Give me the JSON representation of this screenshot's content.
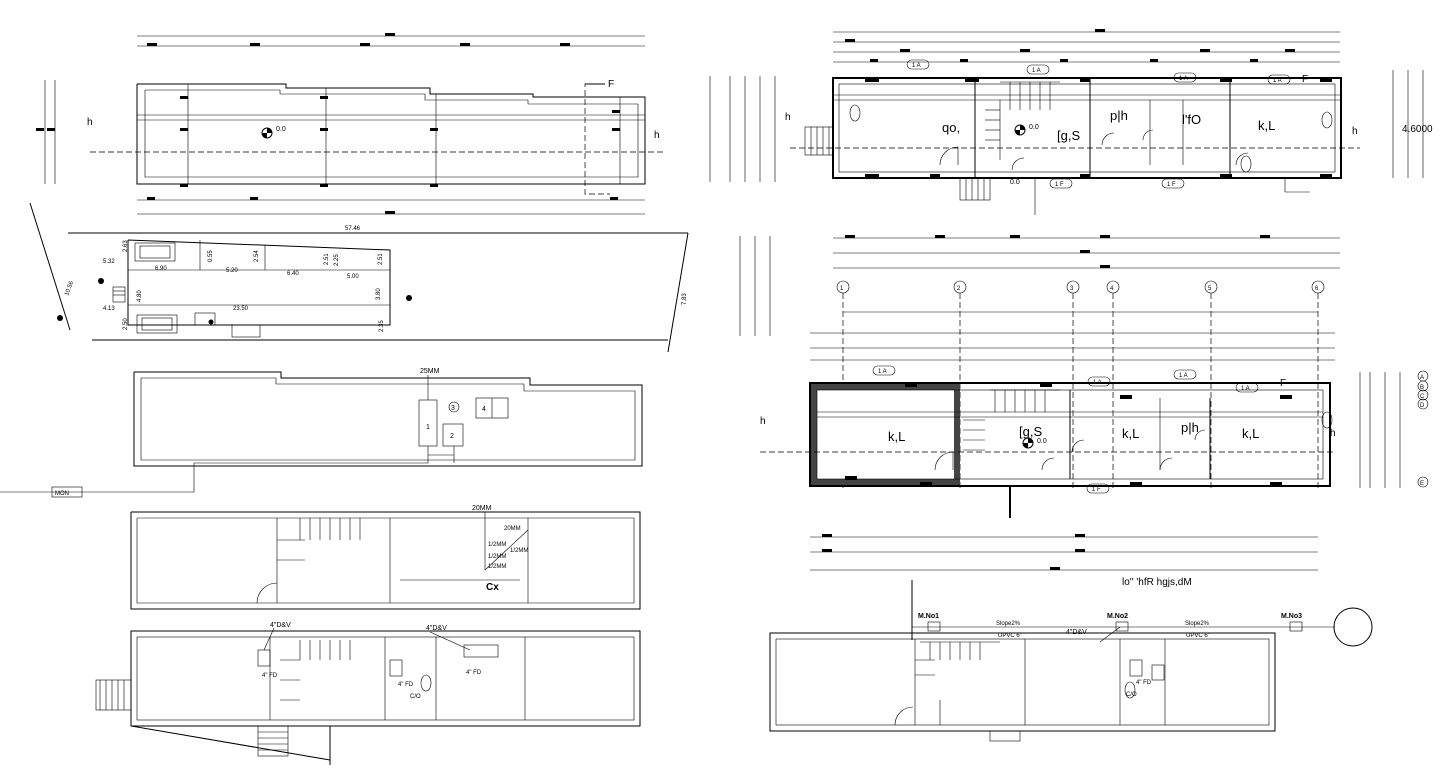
{
  "site_plan": {
    "overall_dim": "57.46",
    "left_dims": [
      "10.56",
      "5.32",
      "4.13",
      "2.63",
      "2.50",
      "4.80"
    ],
    "segment_dims": [
      "6.90",
      "5.20",
      "6.40",
      "5.00",
      "23.50"
    ],
    "vertical_dims": [
      "0.55",
      "2.54",
      "2.51",
      "2.51",
      "3.80",
      "2.25",
      "2.35"
    ],
    "right_dim": "7.83"
  },
  "elevation_marks": {
    "level": "0.0",
    "right_level": "4.6000"
  },
  "section_marks": {
    "cut": "h",
    "view": "F",
    "door_tag": "1 A",
    "door_tag_b": "1 F"
  },
  "ground_floor": {
    "rooms": [
      "qo,",
      "[g,S",
      "p|h",
      "l'fO",
      "k,L"
    ]
  },
  "first_floor": {
    "grid_numbers": [
      "1",
      "2",
      "3",
      "4",
      "5",
      "6"
    ],
    "grid_letters": [
      "A",
      "B",
      "C",
      "D",
      "E"
    ],
    "rooms": [
      "k,L",
      "[g,S",
      "k,L",
      "p|h",
      "k,L"
    ],
    "caption": "lo'' 'hfR hgjs,dM"
  },
  "water_supply": {
    "pipe_main": "25MM",
    "meter": "MON",
    "tanks": [
      "1",
      "2",
      "3",
      "4"
    ]
  },
  "upper_plumbing": {
    "pipe": "20MM",
    "tag": "Cx",
    "fixture_labels": [
      "20MM",
      "1/2MM",
      "1/2MM",
      "1/2MM",
      "1/2MM"
    ]
  },
  "drainage_left": {
    "stack_1": "4\"D&V",
    "stack_2": "4\"D&V",
    "floor_drain": "4\" FD",
    "cleanout": "C/O"
  },
  "drainage_right": {
    "manholes": [
      "M.No1",
      "M.No2",
      "M.No3"
    ],
    "slope": "Slope2%",
    "pipe": "UPVC 6\"",
    "stack": "4\"D&V",
    "floor_drain": "4\" FD",
    "cleanout": "C/O"
  }
}
